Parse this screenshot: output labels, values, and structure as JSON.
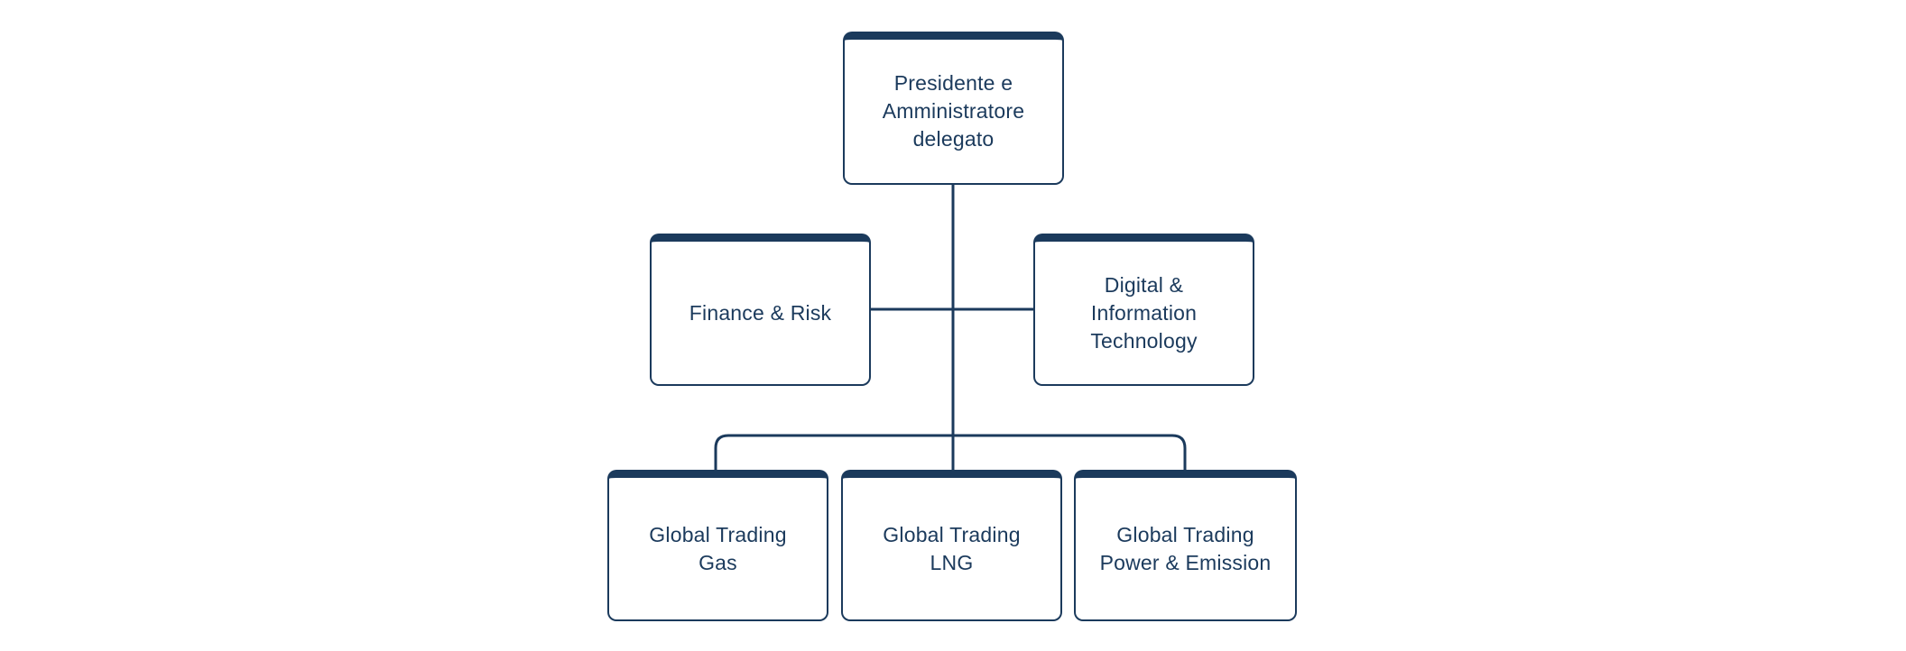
{
  "org_chart": {
    "type": "organizational-chart",
    "colors": {
      "primary_navy": "#1b3a5c",
      "box_background": "#ffffff",
      "page_background": "#ffffff"
    },
    "nodes": [
      {
        "id": "presidente-amministratore-delegato",
        "label": "Presidente e\nAmministratore\ndelegato",
        "level": 1
      },
      {
        "id": "finance-risk",
        "label": "Finance & Risk",
        "level": 2
      },
      {
        "id": "digital-information-technology",
        "label": "Digital &\nInformation\nTechnology",
        "level": 2
      },
      {
        "id": "global-trading-gas",
        "label": "Global Trading\nGas",
        "level": 3
      },
      {
        "id": "global-trading-lng",
        "label": "Global Trading\nLNG",
        "level": 3
      },
      {
        "id": "global-trading-power-emission",
        "label": "Global Trading\nPower & Emission",
        "level": 3
      }
    ],
    "edges": [
      {
        "from": "presidente-amministratore-delegato",
        "to": "finance-risk"
      },
      {
        "from": "presidente-amministratore-delegato",
        "to": "digital-information-technology"
      },
      {
        "from": "presidente-amministratore-delegato",
        "to": "global-trading-gas"
      },
      {
        "from": "presidente-amministratore-delegato",
        "to": "global-trading-lng"
      },
      {
        "from": "presidente-amministratore-delegato",
        "to": "global-trading-power-emission"
      }
    ]
  }
}
